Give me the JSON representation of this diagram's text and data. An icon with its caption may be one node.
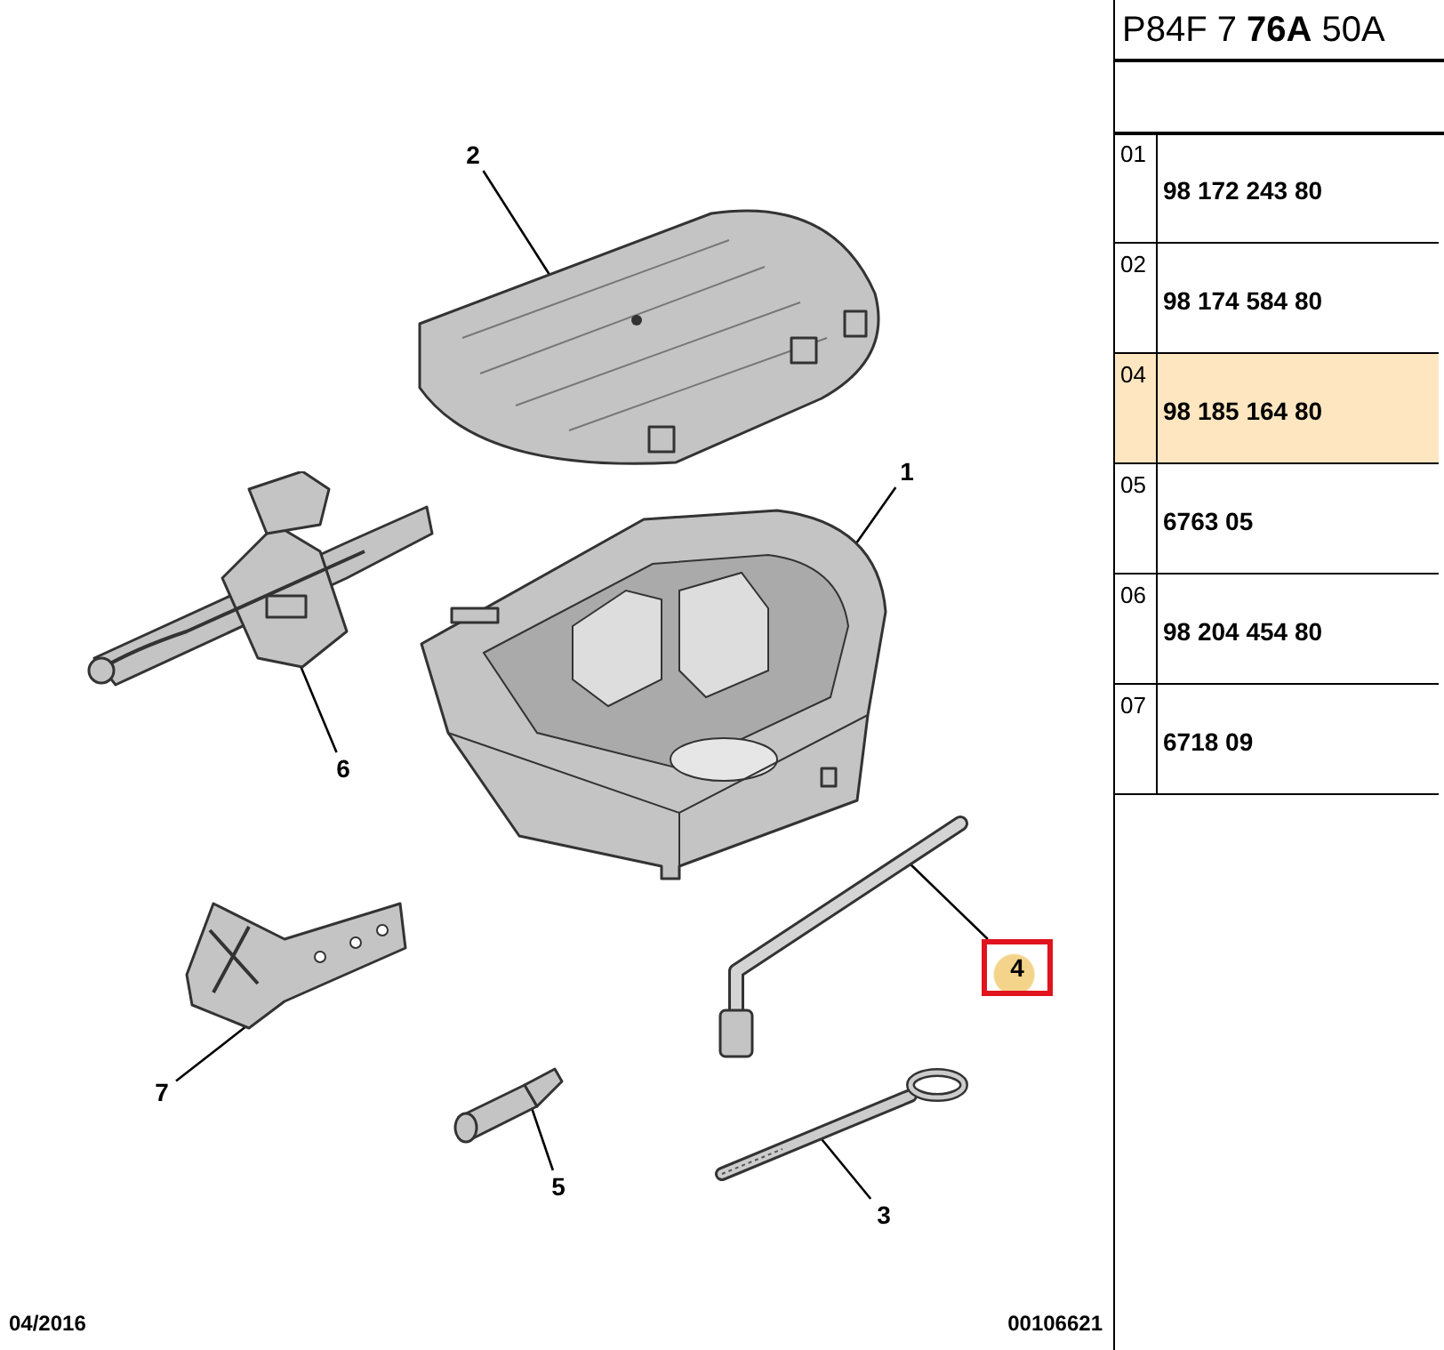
{
  "diagram": {
    "nodes": [
      {
        "text": [
          "2"
        ]
      },
      {
        "text": [],
        "shape": "picture"
      },
      {
        "text": [
          "1"
        ]
      },
      {
        "text": [],
        "shape": "picture"
      },
      {
        "text": [
          "6"
        ]
      },
      {
        "text": [],
        "shape": "picture"
      },
      {
        "text": [
          "4"
        ]
      },
      {
        "text": [],
        "shape": "picture"
      },
      {
        "text": [
          "7"
        ]
      },
      {
        "text": [],
        "shape": "picture"
      },
      {
        "text": [
          "5"
        ]
      },
      {
        "text": [],
        "shape": "picture"
      },
      {
        "text": [
          "3"
        ]
      },
      {
        "text": [],
        "shape": "picture"
      }
    ],
    "edges": [
      {
        "from": 0,
        "to": 1,
        "arrow": "none"
      },
      {
        "from": 2,
        "to": 3,
        "arrow": "none"
      },
      {
        "from": 4,
        "to": 5,
        "arrow": "none"
      },
      {
        "from": 6,
        "to": 7,
        "arrow": "none"
      },
      {
        "from": 8,
        "to": 9,
        "arrow": "none"
      },
      {
        "from": 10,
        "to": 11,
        "arrow": "none"
      },
      {
        "from": 12,
        "to": 13,
        "arrow": "none"
      }
    ],
    "labels": [
      "P84F 7 **76A** 50A",
      "01",
      "98 172 243 80",
      "02",
      "98 174 584 80",
      "04",
      "98 185 164 80",
      "05",
      "6763 05",
      "06",
      "98 204 454 80",
      "07",
      "6718 09",
      "04/2016",
      "00106621"
    ]
  }
}
